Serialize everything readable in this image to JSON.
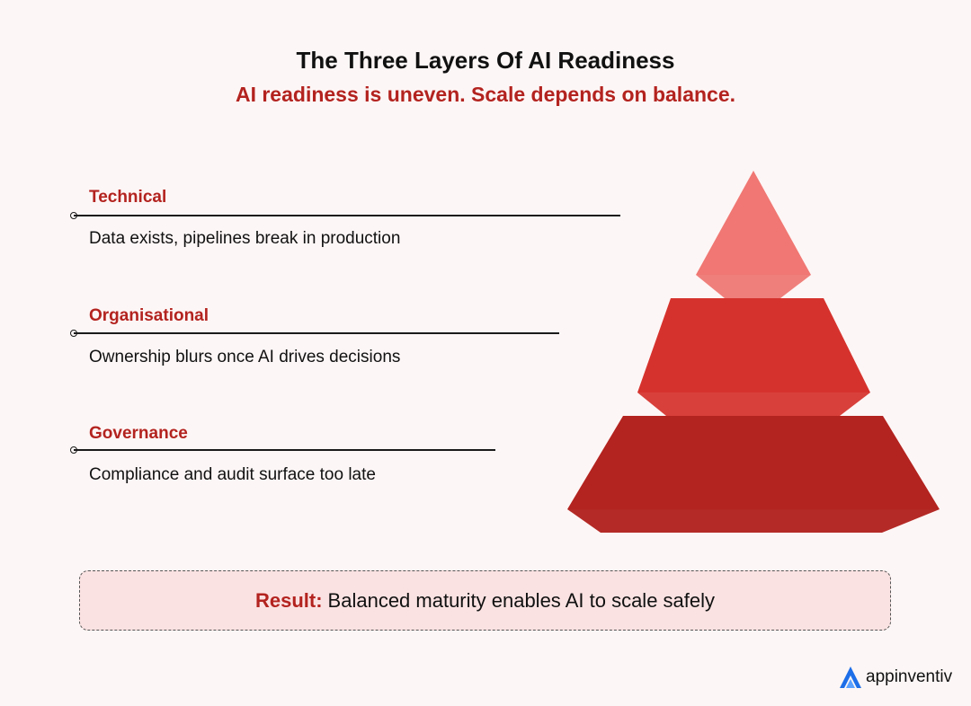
{
  "header": {
    "title": "The Three Layers Of AI Readiness",
    "subtitle": "AI readiness is uneven. Scale depends on balance."
  },
  "layers": [
    {
      "label": "Technical",
      "description": "Data exists, pipelines break in production",
      "color": "#f07773"
    },
    {
      "label": "Organisational",
      "description": "Ownership blurs once AI drives decisions",
      "color": "#d6322d"
    },
    {
      "label": "Governance",
      "description": "Compliance and audit surface too late",
      "color": "#b3231f"
    }
  ],
  "result": {
    "label": "Result:",
    "text": "Balanced maturity enables AI to scale safely"
  },
  "brand": {
    "name": "appinventiv",
    "icon": "appinventiv-logo-icon",
    "color": "#1e6ee8"
  },
  "colors": {
    "accent": "#b3231f",
    "background": "#fdf6f6",
    "result_background": "#fbe2e2"
  }
}
